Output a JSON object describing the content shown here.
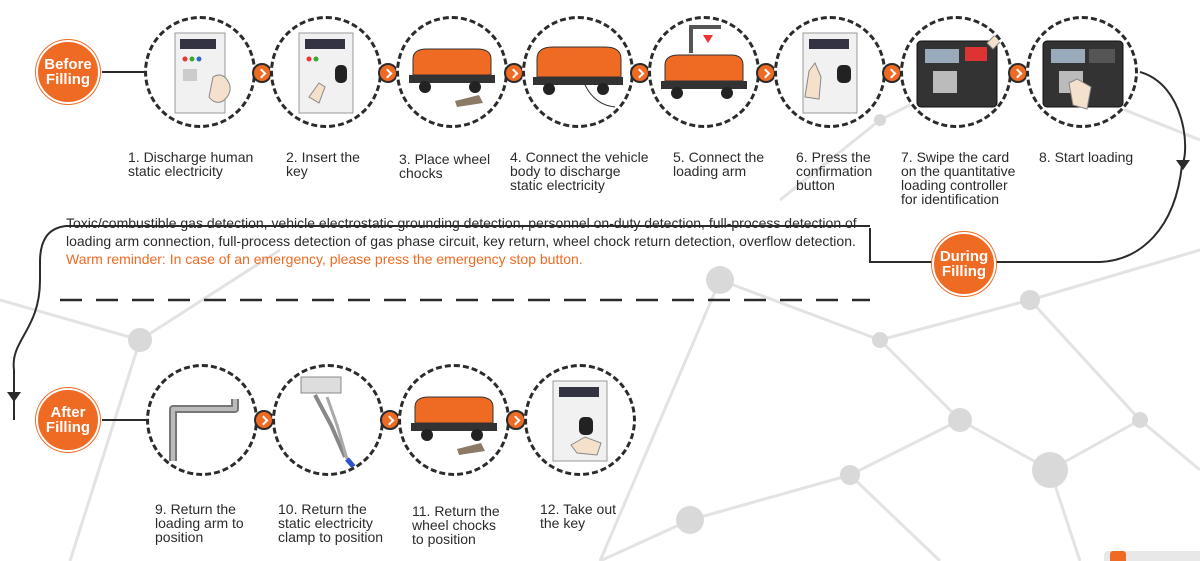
{
  "phases": {
    "before": "Before\nFilling",
    "during": "During\nFilling",
    "after": "After\nFilling"
  },
  "steps": [
    {
      "label": "1. Discharge human\nstatic electricity",
      "icon": "hand-touch-panel-icon"
    },
    {
      "label": "2. Insert the\nkey",
      "icon": "insert-key-icon"
    },
    {
      "label": "3. Place wheel\nchocks",
      "icon": "tanker-wheel-chock-icon"
    },
    {
      "label": "4. Connect the vehicle\nbody to discharge\nstatic electricity",
      "icon": "tanker-ground-clamp-icon"
    },
    {
      "label": "5. Connect the\nloading arm",
      "icon": "tanker-loading-arm-icon"
    },
    {
      "label": "6. Press the\nconfirmation\nbutton",
      "icon": "press-button-icon"
    },
    {
      "label": "7. Swipe the card\non the quantitative\nloading controller\nfor identification",
      "icon": "swipe-card-controller-icon"
    },
    {
      "label": "8. Start loading",
      "icon": "keypad-controller-icon"
    },
    {
      "label": "9. Return the\nloading arm to\nposition",
      "icon": "loading-arm-pipe-icon"
    },
    {
      "label": "10. Return the\nstatic electricity\nclamp to position",
      "icon": "static-clamp-icon"
    },
    {
      "label": "11. Return the\nwheel chocks\nto position",
      "icon": "tanker-wheel-chock-icon"
    },
    {
      "label": "12. Take out\nthe key",
      "icon": "remove-key-icon"
    }
  ],
  "during_note": {
    "text": "Toxic/combustible gas detection, vehicle electrostatic grounding detection, personnel on-duty detection, full-process detection of loading arm connection, full-process detection of gas phase circuit, key return, wheel chock return detection, overflow detection. ",
    "warning": "Warm reminder: In case of an emergency, please press the emergency stop button."
  },
  "colors": {
    "accent": "#ef6a23",
    "line": "#2b2b2b"
  }
}
